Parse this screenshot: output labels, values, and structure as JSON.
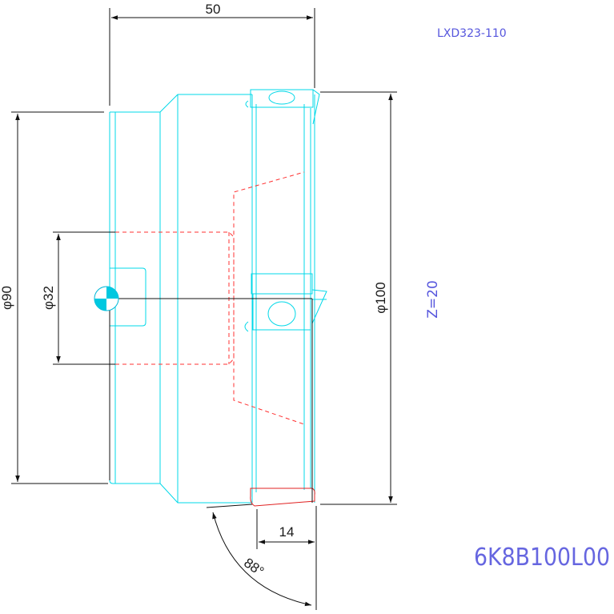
{
  "drawing": {
    "part_code": "LXD323-110",
    "model": "6K8B100L00",
    "teeth": "Z=20",
    "dims": {
      "overall_length": "50",
      "flange_diameter": "φ90",
      "bore_diameter": "φ32",
      "cutter_diameter": "φ100",
      "insert_length": "14",
      "angle": "88°"
    },
    "colors": {
      "outline": "#00d8e8",
      "dimension": "#111111",
      "hidden": "#ff3030",
      "annotation": "#5555dd"
    }
  }
}
